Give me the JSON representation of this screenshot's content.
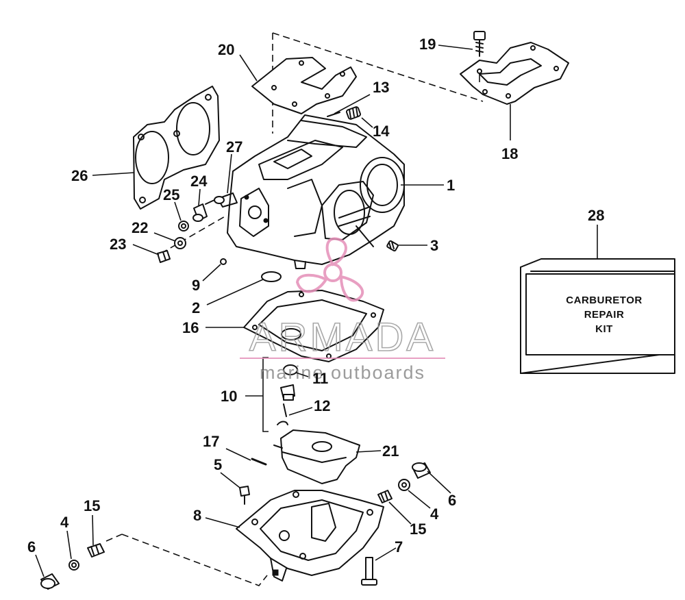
{
  "labels": {
    "l1": "1",
    "l2": "2",
    "l3": "3",
    "l4a": "4",
    "l4b": "4",
    "l5": "5",
    "l6a": "6",
    "l6b": "6",
    "l7": "7",
    "l8": "8",
    "l9": "9",
    "l10": "10",
    "l11": "11",
    "l12": "12",
    "l13": "13",
    "l14": "14",
    "l15a": "15",
    "l15b": "15",
    "l16": "16",
    "l17": "17",
    "l18": "18",
    "l19": "19",
    "l20": "20",
    "l21": "21",
    "l22": "22",
    "l23": "23",
    "l24": "24",
    "l25": "25",
    "l26": "26",
    "l27": "27",
    "l28": "28"
  },
  "kit": {
    "line1": "CARBURETOR",
    "line2": "REPAIR",
    "line3": "KIT"
  },
  "watermark": {
    "brand": "ARMADA",
    "tagline": "marine outboards",
    "accent_color": "#e58fb8"
  }
}
